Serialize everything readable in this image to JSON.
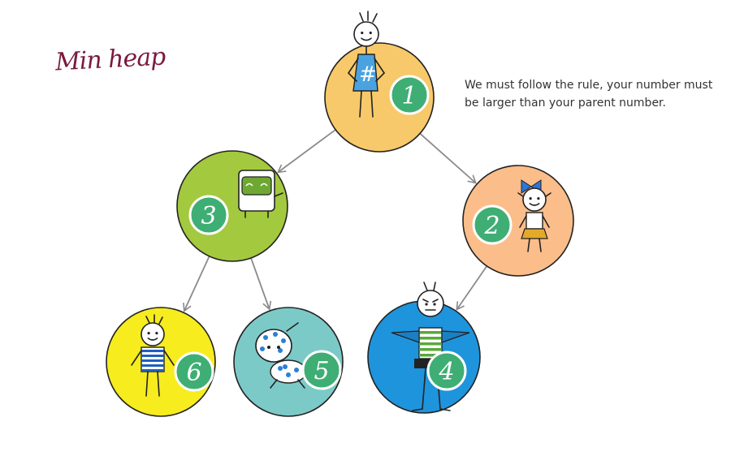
{
  "title": "Min heap",
  "note": "We must follow the rule, your number must be larger than your parent number.",
  "colors": {
    "edge": "#8a8a8a",
    "badge": "#3fae74",
    "outline": "#222222",
    "title": "#7a1a3e"
  },
  "nodes": [
    {
      "id": "n1",
      "value": "1",
      "color": "#f8c96a",
      "character": "girl-hash-dress"
    },
    {
      "id": "n3",
      "value": "3",
      "color": "#a3c93e",
      "character": "green-box"
    },
    {
      "id": "n2",
      "value": "2",
      "color": "#fbbd8a",
      "character": "girl-with-bow"
    },
    {
      "id": "n6",
      "value": "6",
      "color": "#f6ec1e",
      "character": "boy-striped-shirt"
    },
    {
      "id": "n5",
      "value": "5",
      "color": "#7ccac8",
      "character": "spotted-bug"
    },
    {
      "id": "n4",
      "value": "4",
      "color": "#1e94dc",
      "character": "grumpy-man"
    }
  ],
  "edges": [
    {
      "from": "n1",
      "to": "n3"
    },
    {
      "from": "n1",
      "to": "n2"
    },
    {
      "from": "n3",
      "to": "n6"
    },
    {
      "from": "n3",
      "to": "n5"
    },
    {
      "from": "n2",
      "to": "n4"
    }
  ]
}
